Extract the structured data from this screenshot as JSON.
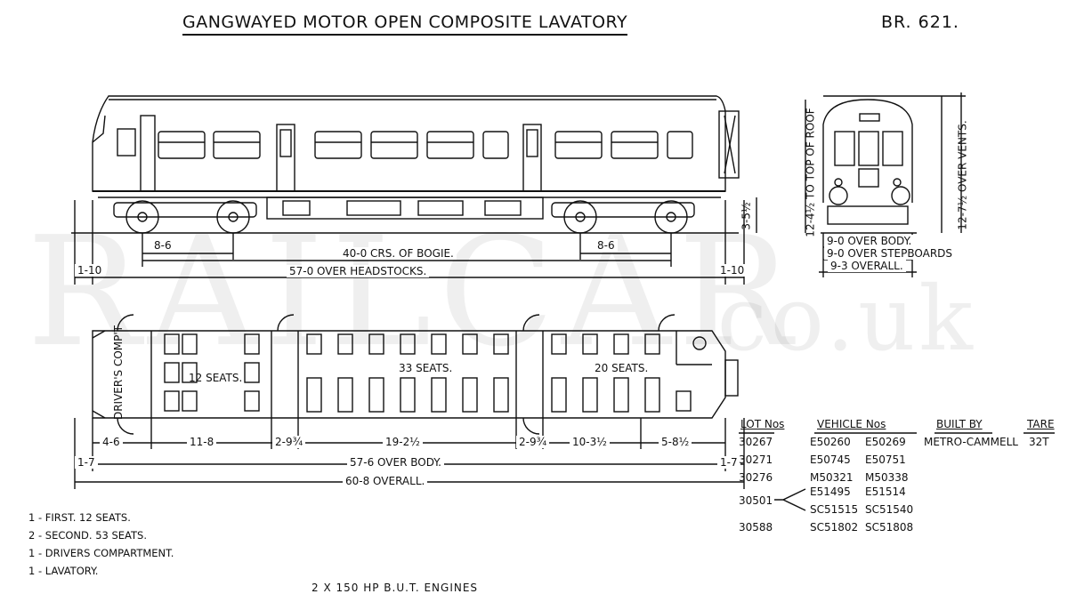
{
  "title": "GANGWAYED MOTOR OPEN COMPOSITE LAVATORY",
  "diagram_ref": "BR. 621.",
  "watermark": "RAILCAR",
  "watermark_domain": ".co.uk",
  "side_view": {
    "bogie_wheelbase_left": "8-6",
    "bogie_wheelbase_right": "8-6",
    "bogie_centres": "40-0 CRS. OF BOGIE.",
    "over_headstocks": "57-0 OVER HEADSTOCKS.",
    "end_overhang_left": "1-10",
    "end_overhang_right": "1-10",
    "buffer_height": "3-5½"
  },
  "end_view": {
    "height_roof": "12-4½ TO TOP OF ROOF",
    "height_vents": "12-7½ OVER VENTS.",
    "width_body": "9-0 OVER BODY.",
    "width_stepboards": "9-0 OVER STEPBOARDS",
    "width_overall": "9-3 OVERALL."
  },
  "plan_view": {
    "drivers_compartment": "DRIVER'S COMP'T",
    "seats_first": "12 SEATS.",
    "seats_second_a": "33 SEATS.",
    "seats_second_b": "20 SEATS.",
    "dims": [
      "4-6",
      "11-8",
      "2-9¾",
      "19-2½",
      "2-9¾",
      "10-3½",
      "5-8½"
    ],
    "end_left": "1-7",
    "end_right": "1-7",
    "over_body": "57-6 OVER BODY.",
    "overall": "60-8 OVERALL."
  },
  "summary": [
    "1 - FIRST.      12 SEATS.",
    "2 - SECOND.   53 SEATS.",
    "1 - DRIVERS COMPARTMENT.",
    "1 - LAVATORY."
  ],
  "engines": "2 X 150    HP   B.U.T. ENGINES",
  "lot_table": {
    "headers": {
      "lot": "LOT Nos",
      "vehicle": "VEHICLE Nos",
      "built": "BUILT BY",
      "tare": "TARE"
    },
    "builder": "METRO-CAMMELL",
    "tare": "32T",
    "rows": [
      {
        "lot": "30267",
        "v1": "E50260",
        "v2": "E50269"
      },
      {
        "lot": "30271",
        "v1": "E50745",
        "v2": "E50751"
      },
      {
        "lot": "30276",
        "v1": "M50321",
        "v2": "M50338"
      },
      {
        "lot": "30501",
        "v1": "E51495",
        "v2": "E51514"
      },
      {
        "lot": "",
        "v1": "SC51515",
        "v2": "SC51540"
      },
      {
        "lot": "30588",
        "v1": "SC51802",
        "v2": "SC51808"
      }
    ]
  }
}
